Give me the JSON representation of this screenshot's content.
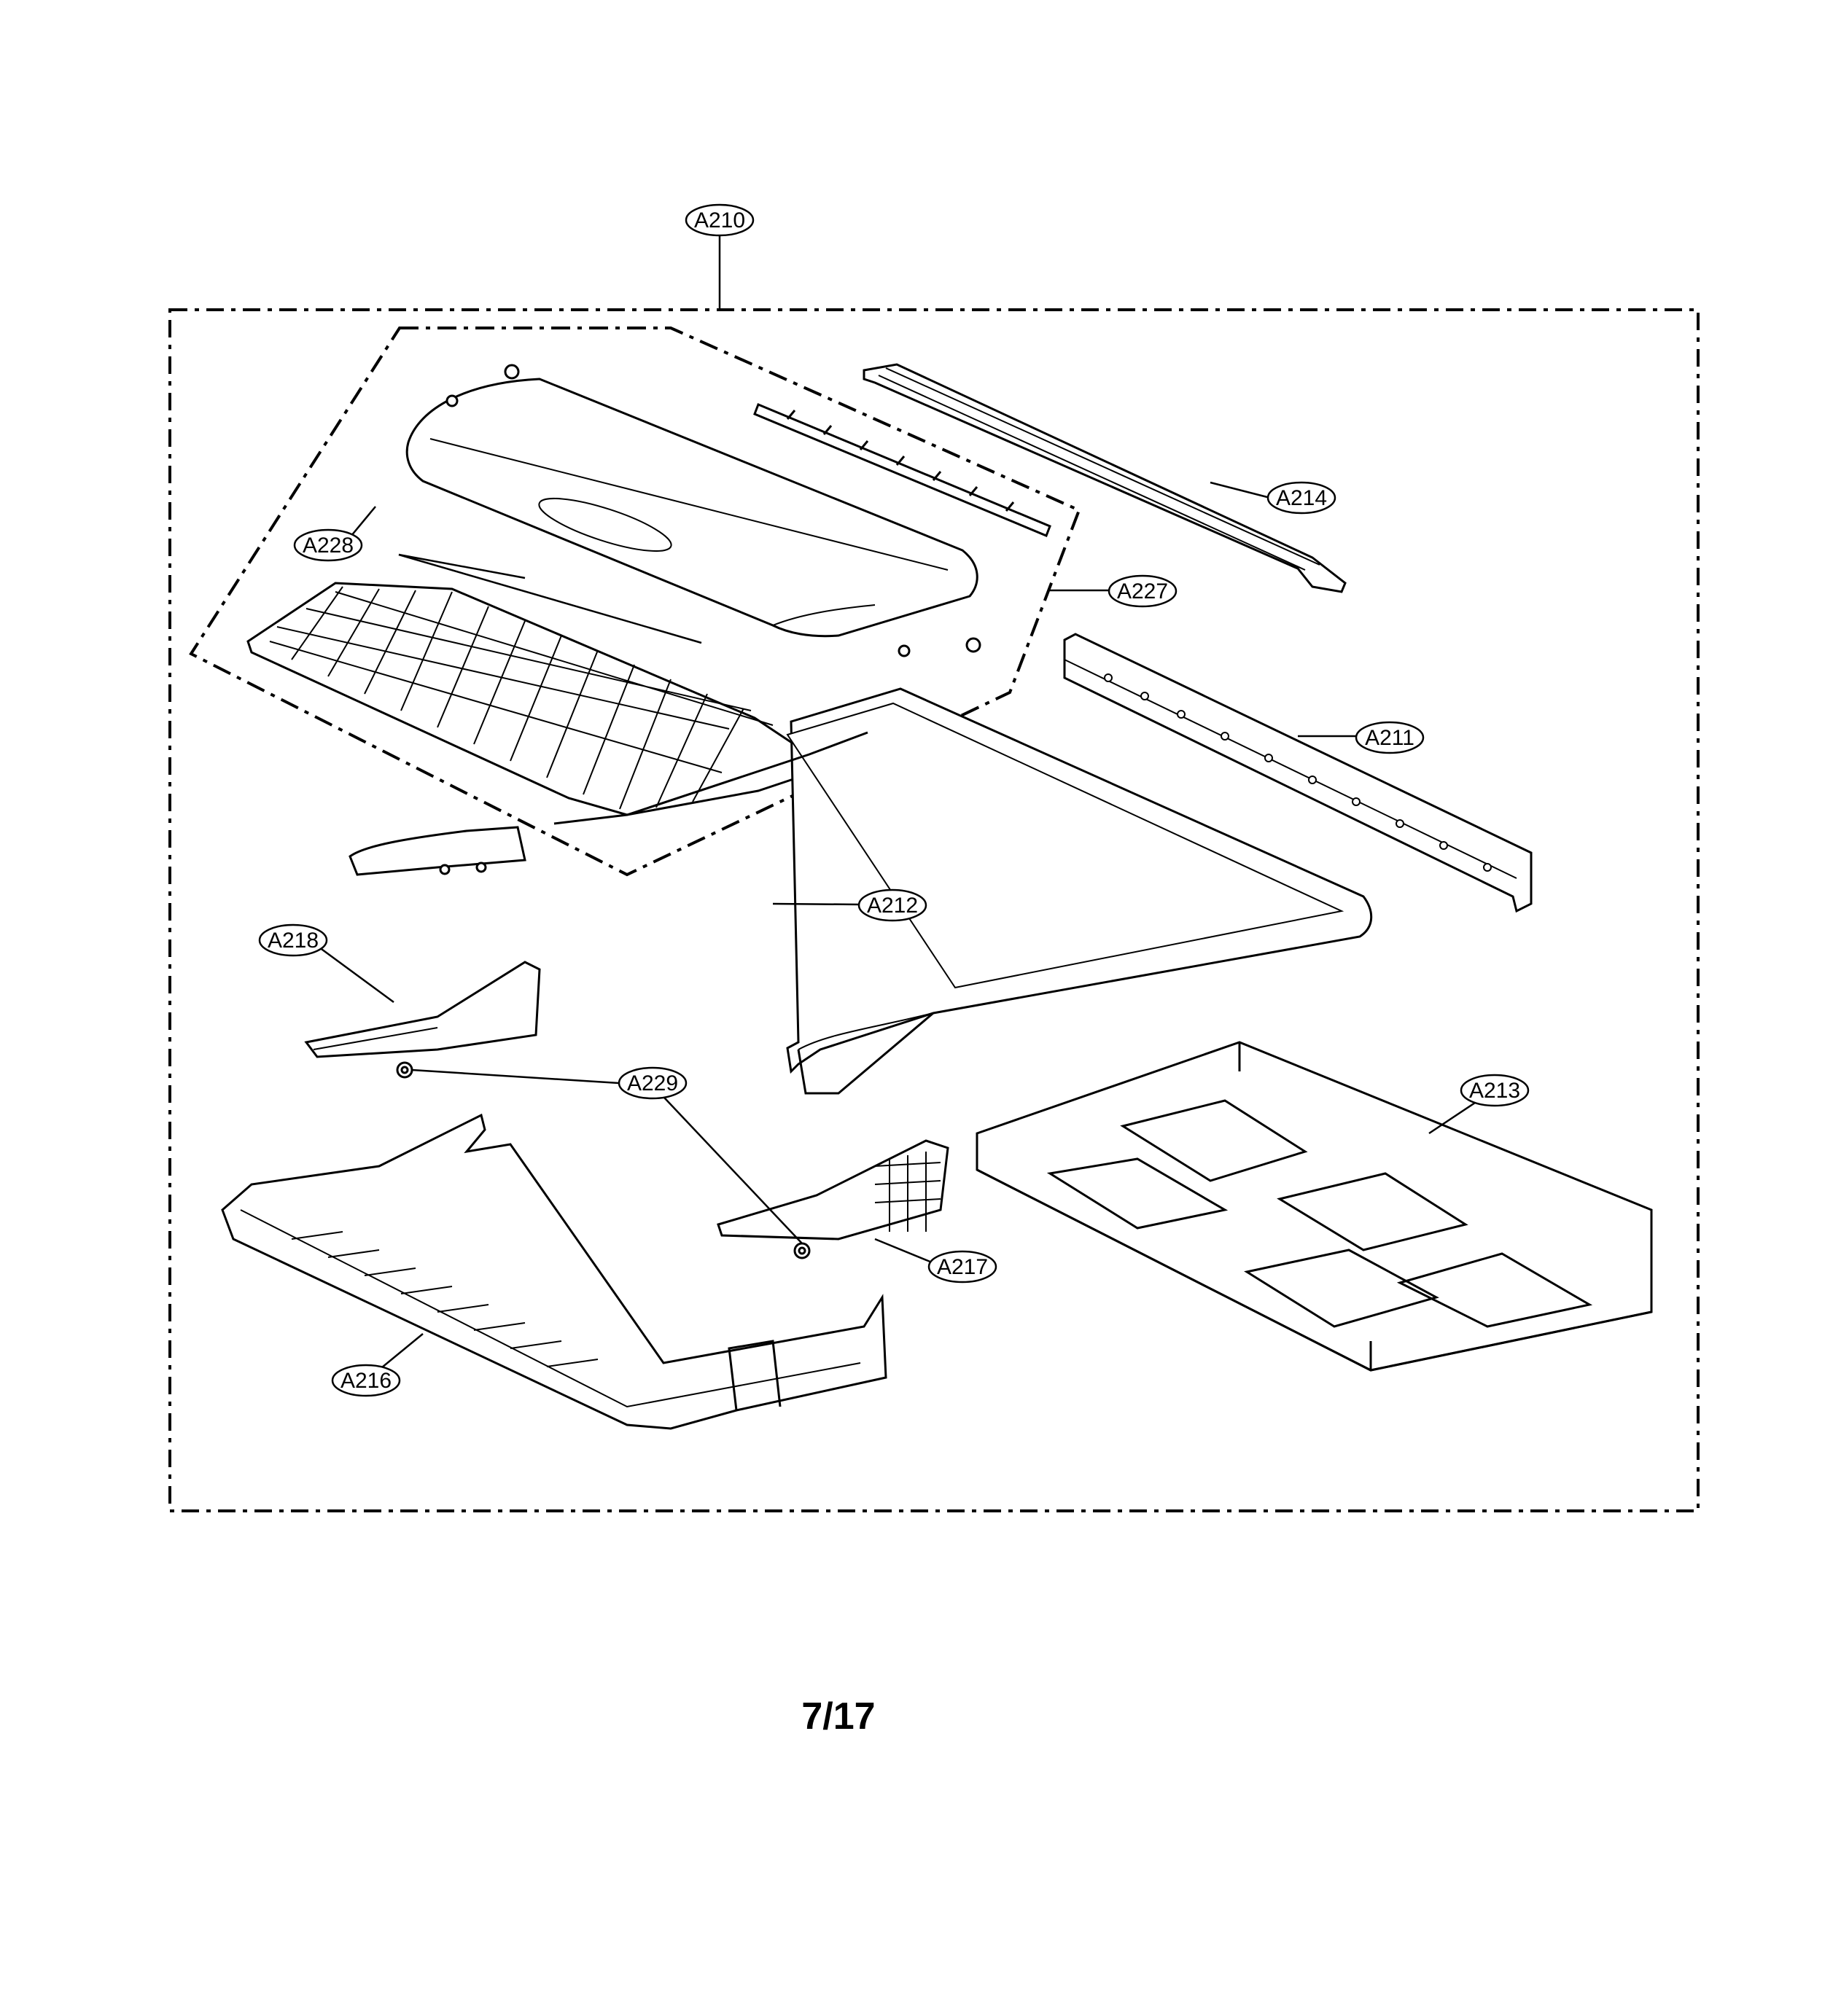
{
  "diagram": {
    "callouts": [
      {
        "id": "a210",
        "label": "A210"
      },
      {
        "id": "a214",
        "label": "A214"
      },
      {
        "id": "a228",
        "label": "A228"
      },
      {
        "id": "a227",
        "label": "A227"
      },
      {
        "id": "a211",
        "label": "A211"
      },
      {
        "id": "a212",
        "label": "A212"
      },
      {
        "id": "a218",
        "label": "A218"
      },
      {
        "id": "a229",
        "label": "A229"
      },
      {
        "id": "a213",
        "label": "A213"
      },
      {
        "id": "a217",
        "label": "A217"
      },
      {
        "id": "a216",
        "label": "A216"
      }
    ]
  },
  "page": {
    "number": "7/17"
  }
}
